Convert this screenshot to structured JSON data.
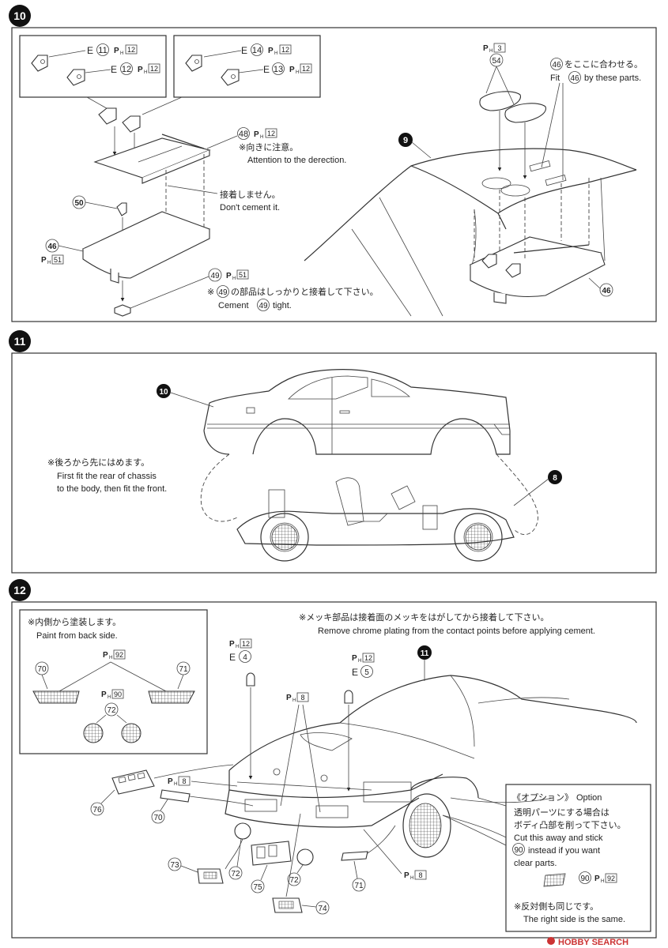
{
  "steps": {
    "s10": {
      "num": "10"
    },
    "s11": {
      "num": "11"
    },
    "s12": {
      "num": "12"
    }
  },
  "step10": {
    "callout_a": {
      "e1": "E",
      "n1": "11",
      "p1": "12",
      "e2": "E",
      "n2": "12",
      "p2": "12"
    },
    "callout_b": {
      "e1": "E",
      "n1": "14",
      "p1": "12",
      "e2": "E",
      "n2": "13",
      "p2": "12"
    },
    "part48": {
      "num": "48",
      "p": "12",
      "jp": "※向きに注意。",
      "en": "Attention to the derection."
    },
    "no_cement": {
      "jp": "接着しません。",
      "en": "Don't cement it."
    },
    "part50": "50",
    "part46": {
      "num": "46",
      "p": "51"
    },
    "part49": {
      "num": "49",
      "p": "51",
      "jp_prefix": "※",
      "jp_suffix": "の部品はしっかりと接着して下さい。",
      "en_prefix": "Cement",
      "en_suffix": "tight."
    },
    "part54": {
      "num": "54",
      "p": "3"
    },
    "fit": {
      "jp_suffix": "をここに合わせる。",
      "en_prefix": "Fit",
      "en_suffix": "by these parts.",
      "num": "46"
    },
    "body9": "9",
    "part46b": "46"
  },
  "step11": {
    "body10": "10",
    "chassis8": "8",
    "note": {
      "jp": "※後ろから先にはめます。",
      "en1": "First fit the rear of chassis",
      "en2": "to the body, then fit the front."
    }
  },
  "step12": {
    "paint_box": {
      "jp": "※内側から塗装します。",
      "en": "Paint from back side.",
      "p92": "92",
      "p90": "90",
      "p70": "70",
      "p71": "71",
      "p72": "72"
    },
    "chrome": {
      "jp": "※メッキ部品は接着面のメッキをはがしてから接着して下さい。",
      "en": "Remove chrome plating from the contact points before applying cement."
    },
    "e4": {
      "p": "12",
      "e": "E",
      "n": "4"
    },
    "e5": {
      "p": "12",
      "e": "E",
      "n": "5"
    },
    "ph8_top": "8",
    "ph8_left": "8",
    "ph8_right": "8",
    "body11": "11",
    "labels": {
      "p76": "76",
      "p70": "70",
      "p73": "73",
      "p72a": "72",
      "p75": "75",
      "p72b": "72",
      "p74": "74",
      "p71": "71"
    },
    "option": {
      "title_jp": "《オプション》",
      "title_en": "Option",
      "jp1": "透明パーツにする場合は",
      "jp2": "ボディ凸部を削って下さい。",
      "en1": "Cut this away and stick",
      "en2_suffix": "instead if you want",
      "en2_num": "90",
      "en3": "clear parts.",
      "p90": "90",
      "p92": "92",
      "jp_right": "※反対側も同じです。",
      "en_right": "The right side is the same."
    }
  },
  "watermark": "HOBBY SEARCH"
}
